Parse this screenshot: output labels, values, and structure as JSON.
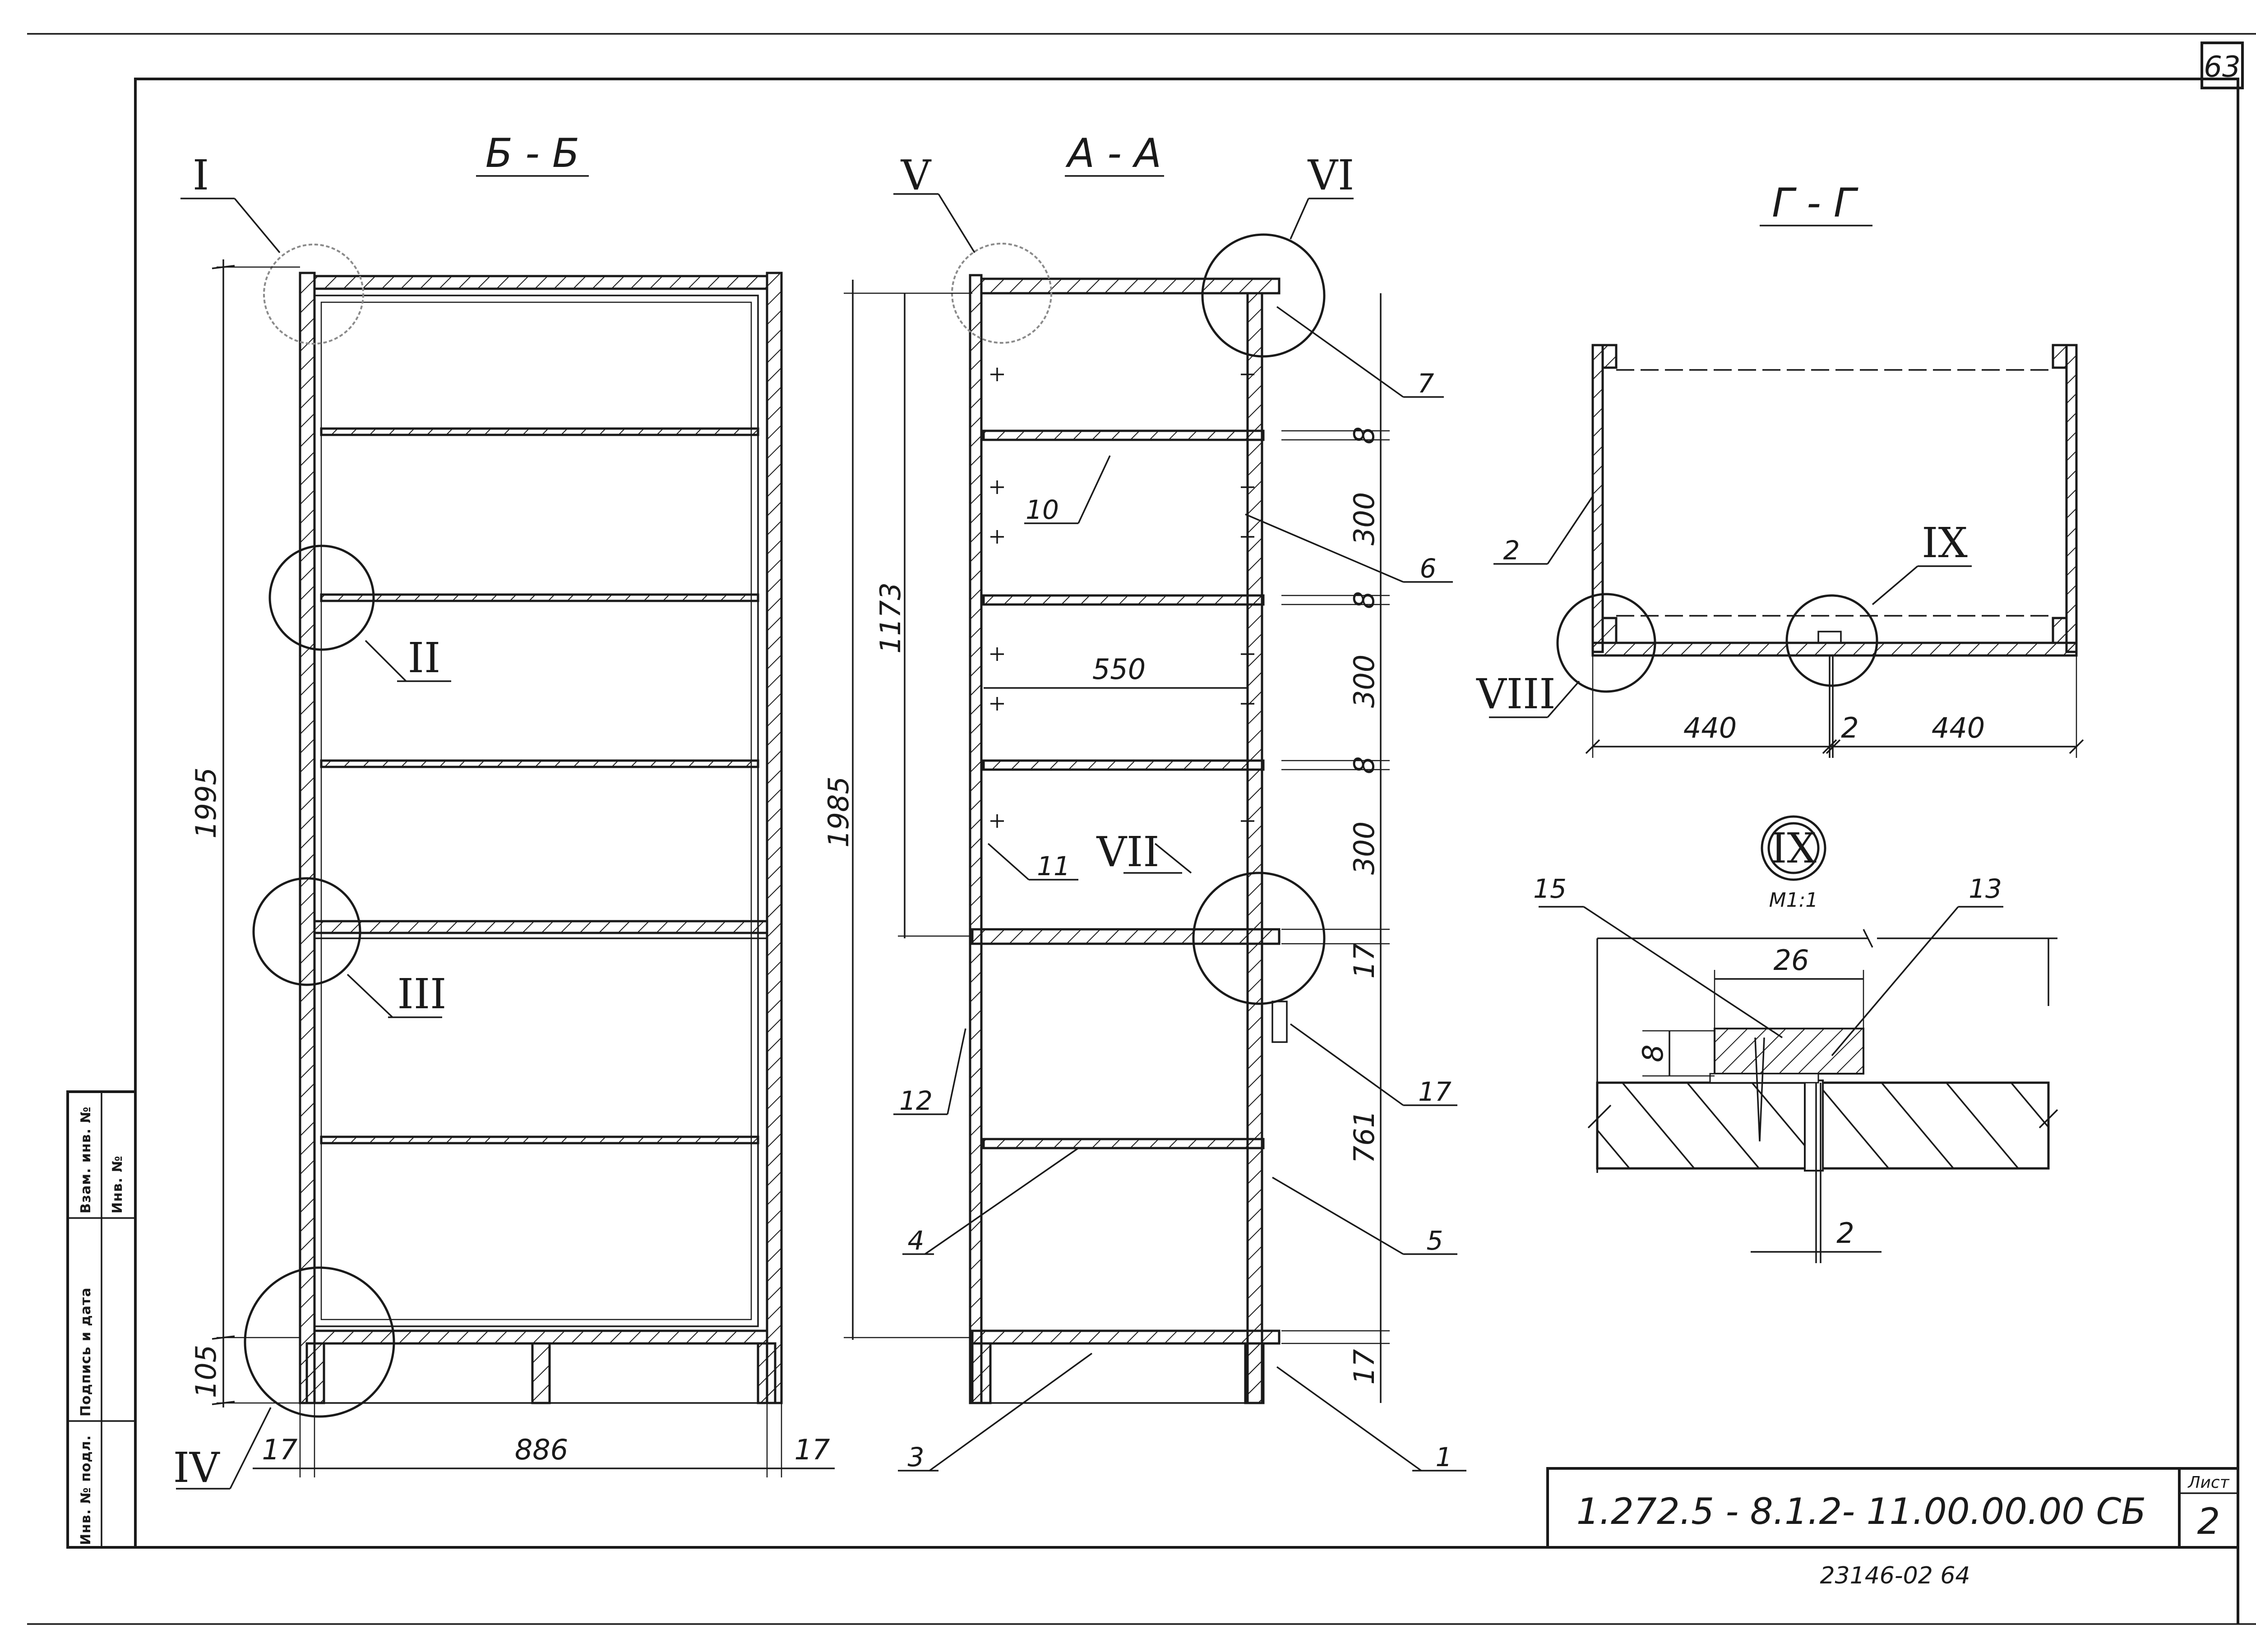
{
  "sheet": {
    "corner_number": "63",
    "code": "1.272.5 - 8.1.2- 11.00.00.00 СБ",
    "list_label": "Лист",
    "list_number": "2",
    "footer_text": "23146-02  64"
  },
  "side_stamp": {
    "cells": [
      "Инв. № подл.",
      "Подпись и дата",
      "Взам. инв. №",
      "Инв. №"
    ]
  },
  "section_bb": {
    "title": "Б - Б",
    "callouts": [
      "I",
      "II",
      "III",
      "IV"
    ],
    "dims": {
      "height": "1995",
      "base": "105",
      "width": "886",
      "left_wall": "17",
      "right_wall": "17"
    }
  },
  "section_aa": {
    "title": "А - А",
    "callouts": [
      "V",
      "VI",
      "VII"
    ],
    "dims": {
      "height": "1985",
      "upper": "1173",
      "inner_width": "550",
      "shelf1": "8",
      "gap1": "300",
      "shelf2": "8",
      "gap2": "300",
      "shelf3": "8",
      "gap3": "300",
      "mid": "17",
      "lower": "761",
      "bottom": "17"
    },
    "parts": [
      "1",
      "3",
      "4",
      "5",
      "6",
      "7",
      "10",
      "11",
      "12",
      "17"
    ]
  },
  "section_gg": {
    "title": "Г - Г",
    "callouts": [
      "VIII",
      "IX"
    ],
    "dims": {
      "left": "440",
      "gap": "2",
      "right": "440"
    },
    "parts": [
      "2"
    ]
  },
  "detail_ix": {
    "callout": "IX",
    "scale": "М1:1",
    "dims": {
      "width": "26",
      "height": "8",
      "gap": "2"
    },
    "parts": [
      "15",
      "13"
    ]
  }
}
